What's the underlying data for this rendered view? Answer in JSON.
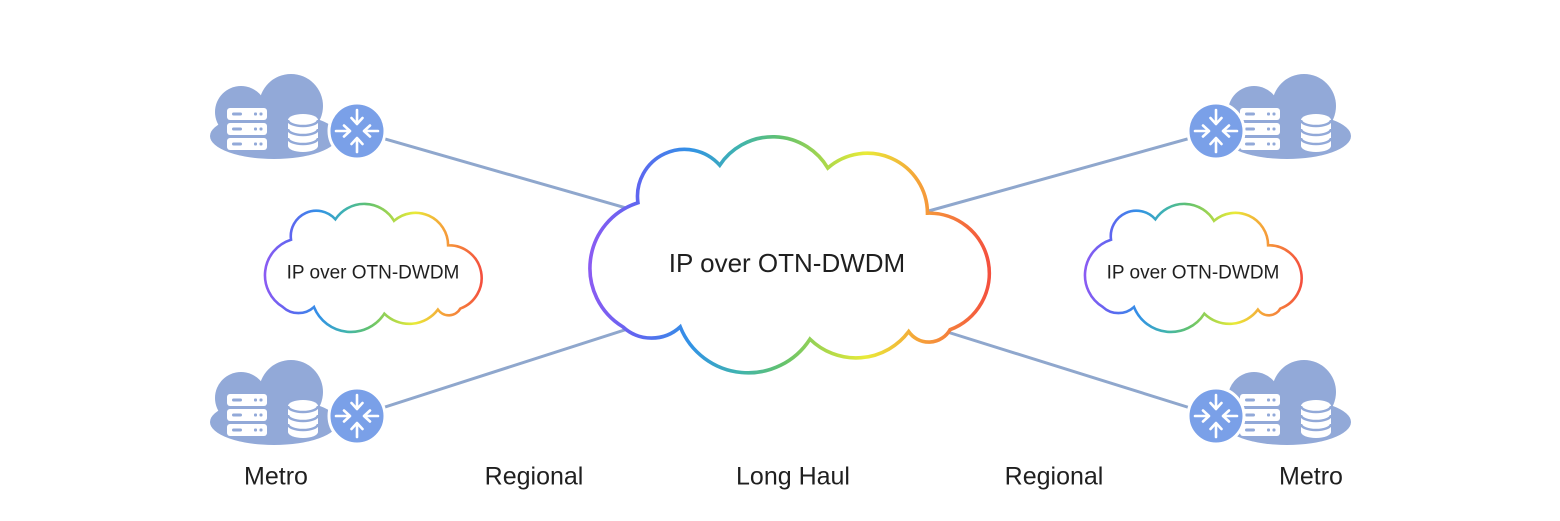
{
  "diagram": {
    "central_cloud": {
      "label": "IP over OTN-DWDM"
    },
    "left_cloud": {
      "label": "IP over OTN-DWDM"
    },
    "right_cloud": {
      "label": "IP over OTN-DWDM"
    },
    "tier_labels": [
      "Metro",
      "Regional",
      "Long Haul",
      "Regional",
      "Metro"
    ],
    "colors": {
      "rainbow_gradient_stops": [
        "#8A5BF2",
        "#5E66F0",
        "#3292E6",
        "#3FB3B0",
        "#62C26E",
        "#ABD84B",
        "#E9EB38",
        "#F5A439",
        "#F4503E"
      ],
      "datacenter_cloud_fill": "#92A9D8",
      "router_fill": "#7AA0E8",
      "connection_line": "#8FA7CD",
      "label_text": "#1F1F1F"
    },
    "icons": {
      "datacenter_cloud": "cloud-icon",
      "server_rack": "server-rack-icon",
      "database": "database-icon",
      "router": "router-converging-arrows-icon",
      "backbone_cloud": "rainbow-outline-cloud-icon"
    }
  }
}
